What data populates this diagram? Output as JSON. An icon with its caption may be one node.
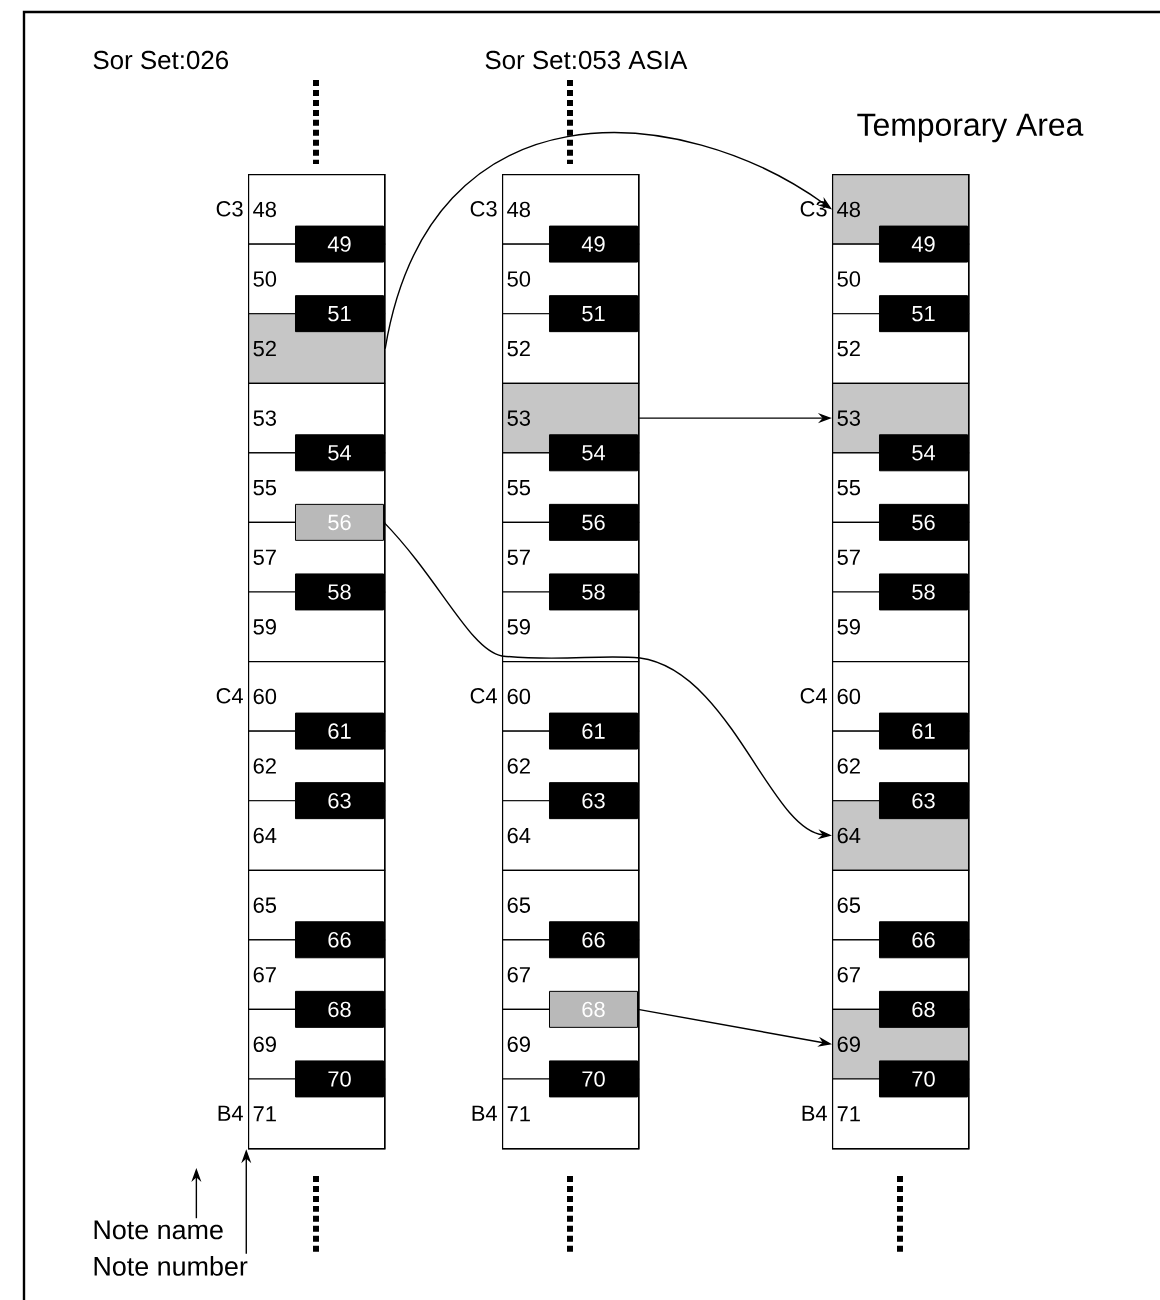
{
  "diagram": {
    "nodes": [
      {
        "text": [],
        "shape": "box"
      },
      {
        "text": [
          "48"
        ],
        "in": 0,
        "beside": [
          "C3"
        ]
      },
      {
        "text": [
          "49"
        ],
        "in": 0
      },
      {
        "text": [
          "50"
        ],
        "in": 0
      },
      {
        "text": [
          "51"
        ],
        "in": 0
      },
      {
        "text": [
          "52"
        ],
        "in": 0
      },
      {
        "text": [
          "53"
        ],
        "in": 0
      },
      {
        "text": [
          "54"
        ],
        "in": 0
      },
      {
        "text": [
          "55"
        ],
        "in": 0
      },
      {
        "text": [
          "56"
        ],
        "in": 0
      },
      {
        "text": [
          "57"
        ],
        "in": 0
      },
      {
        "text": [
          "58"
        ],
        "in": 0
      },
      {
        "text": [
          "59"
        ],
        "in": 0
      },
      {
        "text": [
          "60"
        ],
        "in": 0,
        "beside": [
          "C4"
        ]
      },
      {
        "text": [
          "61"
        ],
        "in": 0
      },
      {
        "text": [
          "62"
        ],
        "in": 0
      },
      {
        "text": [
          "63"
        ],
        "in": 0
      },
      {
        "text": [
          "64"
        ],
        "in": 0
      },
      {
        "text": [
          "65"
        ],
        "in": 0
      },
      {
        "text": [
          "66"
        ],
        "in": 0
      },
      {
        "text": [
          "67"
        ],
        "in": 0
      },
      {
        "text": [
          "68"
        ],
        "in": 0
      },
      {
        "text": [
          "69"
        ],
        "in": 0
      },
      {
        "text": [
          "70"
        ],
        "in": 0
      },
      {
        "text": [
          "71"
        ],
        "in": 0,
        "beside": [
          "B4"
        ]
      },
      {
        "text": [],
        "shape": "box"
      },
      {
        "text": [
          "48"
        ],
        "in": 25,
        "beside": [
          "C3"
        ]
      },
      {
        "text": [
          "49"
        ],
        "in": 25
      },
      {
        "text": [
          "50"
        ],
        "in": 25
      },
      {
        "text": [
          "51"
        ],
        "in": 25
      },
      {
        "text": [
          "52"
        ],
        "in": 25
      },
      {
        "text": [
          "53"
        ],
        "in": 25
      },
      {
        "text": [
          "54"
        ],
        "in": 25
      },
      {
        "text": [
          "55"
        ],
        "in": 25
      },
      {
        "text": [
          "56"
        ],
        "in": 25
      },
      {
        "text": [
          "57"
        ],
        "in": 25
      },
      {
        "text": [
          "58"
        ],
        "in": 25
      },
      {
        "text": [
          "59"
        ],
        "in": 25
      },
      {
        "text": [
          "60"
        ],
        "in": 25,
        "beside": [
          "C4"
        ]
      },
      {
        "text": [
          "61"
        ],
        "in": 25
      },
      {
        "text": [
          "62"
        ],
        "in": 25
      },
      {
        "text": [
          "63"
        ],
        "in": 25
      },
      {
        "text": [
          "64"
        ],
        "in": 25
      },
      {
        "text": [
          "65"
        ],
        "in": 25
      },
      {
        "text": [
          "66"
        ],
        "in": 25
      },
      {
        "text": [
          "67"
        ],
        "in": 25
      },
      {
        "text": [
          "68"
        ],
        "in": 25
      },
      {
        "text": [
          "69"
        ],
        "in": 25
      },
      {
        "text": [
          "70"
        ],
        "in": 25
      },
      {
        "text": [
          "71"
        ],
        "in": 25,
        "beside": [
          "B4"
        ]
      },
      {
        "text": [],
        "shape": "box"
      },
      {
        "text": [
          "48"
        ],
        "in": 50,
        "beside": [
          "C3"
        ]
      },
      {
        "text": [
          "49"
        ],
        "in": 50
      },
      {
        "text": [
          "50"
        ],
        "in": 50
      },
      {
        "text": [
          "51"
        ],
        "in": 50
      },
      {
        "text": [
          "52"
        ],
        "in": 50
      },
      {
        "text": [
          "53"
        ],
        "in": 50
      },
      {
        "text": [
          "54"
        ],
        "in": 50
      },
      {
        "text": [
          "55"
        ],
        "in": 50
      },
      {
        "text": [
          "56"
        ],
        "in": 50
      },
      {
        "text": [
          "57"
        ],
        "in": 50
      },
      {
        "text": [
          "58"
        ],
        "in": 50
      },
      {
        "text": [
          "59"
        ],
        "in": 50
      },
      {
        "text": [
          "60"
        ],
        "in": 50,
        "beside": [
          "C4"
        ]
      },
      {
        "text": [
          "61"
        ],
        "in": 50
      },
      {
        "text": [
          "62"
        ],
        "in": 50
      },
      {
        "text": [
          "63"
        ],
        "in": 50
      },
      {
        "text": [
          "64"
        ],
        "in": 50
      },
      {
        "text": [
          "65"
        ],
        "in": 50
      },
      {
        "text": [
          "66"
        ],
        "in": 50
      },
      {
        "text": [
          "67"
        ],
        "in": 50
      },
      {
        "text": [
          "68"
        ],
        "in": 50
      },
      {
        "text": [
          "69"
        ],
        "in": 50
      },
      {
        "text": [
          "70"
        ],
        "in": 50
      },
      {
        "text": [
          "71"
        ],
        "in": 50,
        "beside": [
          "B4"
        ]
      },
      {
        "text": [
          "Note name"
        ]
      },
      {
        "text": [
          "Note number"
        ]
      }
    ],
    "edges": [
      {
        "from": 5,
        "to": 51,
        "arrow": "to"
      },
      {
        "from": 9,
        "to": 67,
        "arrow": "to"
      },
      {
        "from": 31,
        "to": 56,
        "arrow": "to"
      },
      {
        "from": 46,
        "to": 72,
        "arrow": "to"
      },
      {
        "from": 75,
        "to": null,
        "arrow": "to"
      },
      {
        "from": 76,
        "to": 24,
        "arrow": "to"
      }
    ],
    "labels": [
      "Sor Set:026",
      "Sor Set:053 ASIA",
      "Temporary Area"
    ]
  }
}
